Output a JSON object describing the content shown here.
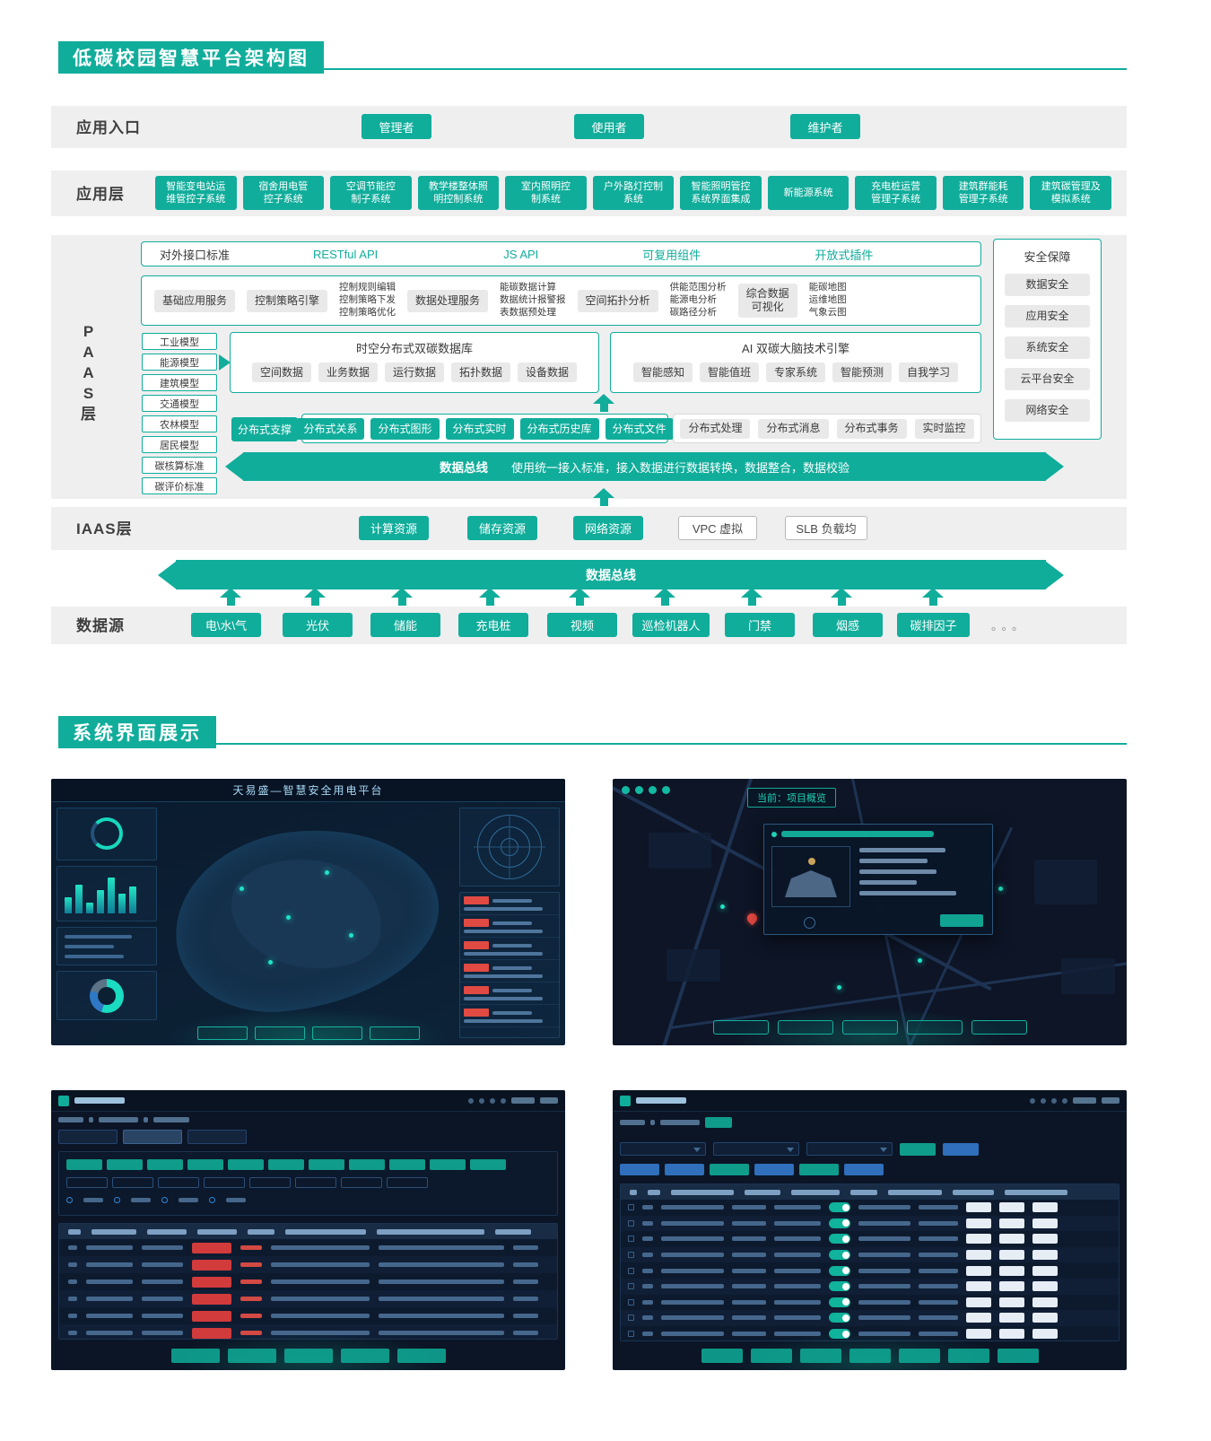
{
  "header": {
    "title": "低碳校园智慧平台架构图"
  },
  "entry": {
    "label": "应用入口",
    "roles": [
      "管理者",
      "使用者",
      "维护者"
    ]
  },
  "app_layer": {
    "label": "应用层",
    "systems": [
      "智能变电站运\n维管控子系统",
      "宿舍用电管\n控子系统",
      "空调节能控\n制子系统",
      "教学楼整体照\n明控制系统",
      "室内照明控\n制系统",
      "户外路灯控制\n系统",
      "智能照明管控\n系统界面集成",
      "新能源系统",
      "充电桩运营\n管理子系统",
      "建筑群能耗\n管理子系统",
      "建筑碳管理及\n模拟系统"
    ]
  },
  "paas": {
    "label": "PAAS层",
    "label_vertical": "P\nA\nA\nS\n层",
    "interface": {
      "label": "对外接口标准",
      "items": [
        "RESTful API",
        "JS API",
        "可复用组件",
        "开放式插件"
      ]
    },
    "services": {
      "label": "基础应用服务",
      "groups": [
        {
          "name": "控制策略引擎",
          "detail": "控制规则编辑\n控制策略下发\n控制策略优化"
        },
        {
          "name": "数据处理服务",
          "detail": "能碳数据计算\n数据统计报警报\n表数据预处理"
        },
        {
          "name": "空间拓扑分析",
          "detail": "供能范围分析\n能源电分析\n碳路径分析"
        },
        {
          "name": "综合数据\n可视化",
          "detail": "能碳地图\n运维地图\n气象云图"
        }
      ]
    },
    "models": [
      "工业模型",
      "能源模型",
      "建筑模型",
      "交通模型",
      "农林模型",
      "居民模型",
      "碳核算标准",
      "碳评价标准"
    ],
    "database": {
      "title": "时空分布式双碳数据库",
      "items": [
        "空间数据",
        "业务数据",
        "运行数据",
        "拓扑数据",
        "设备数据"
      ]
    },
    "ai": {
      "title": "AI 双碳大脑技术引擎",
      "items": [
        "智能感知",
        "智能值班",
        "专家系统",
        "智能预测",
        "自我学习"
      ]
    },
    "distributed": {
      "label": "分布式支撑",
      "primary": [
        "分布式关系",
        "分布式图形",
        "分布式实时",
        "分布式历史库",
        "分布式文件"
      ],
      "secondary": [
        "分布式处理",
        "分布式消息",
        "分布式事务",
        "实时监控"
      ]
    },
    "bus": {
      "title": "数据总线",
      "desc": "使用统一接入标准，接入数据进行数据转换，数据整合，数据校验"
    },
    "security": {
      "title": "安全保障",
      "items": [
        "数据安全",
        "应用安全",
        "系统安全",
        "云平台安全",
        "网络安全"
      ]
    }
  },
  "iaas": {
    "label": "IAAS层",
    "resources": [
      "计算资源",
      "储存资源",
      "网络资源"
    ],
    "virtual": [
      "VPC 虚拟",
      "SLB 负载均"
    ]
  },
  "data_bus": {
    "title": "数据总线"
  },
  "sources": {
    "label": "数据源",
    "items": [
      "电\\水\\气",
      "光伏",
      "储能",
      "充电桩",
      "视频",
      "巡检机器人",
      "门禁",
      "烟感",
      "碳排因子"
    ],
    "more": "。。。"
  },
  "section2": {
    "title": "系统界面展示"
  },
  "screens": {
    "dashboard1": {
      "title": "天易盛—智慧安全用电平台"
    },
    "dashboard2": {
      "tag": "当前：项目概览"
    }
  },
  "colors": {
    "accent": "#10ad9b",
    "screen_bg": "#0b1728",
    "alert_red": "#d23b3b"
  }
}
